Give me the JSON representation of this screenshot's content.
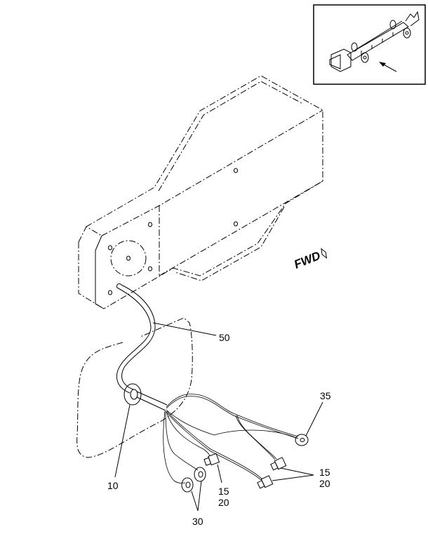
{
  "figure": {
    "direction_label": "FWD",
    "callouts": {
      "grommet": "10",
      "connector_left": [
        "15",
        "20"
      ],
      "connector_right": [
        "15",
        "20"
      ],
      "ring_terminals": "30",
      "ring_terminal_single": "35",
      "harness": "50"
    },
    "inset": "vehicle-chassis-locator"
  }
}
